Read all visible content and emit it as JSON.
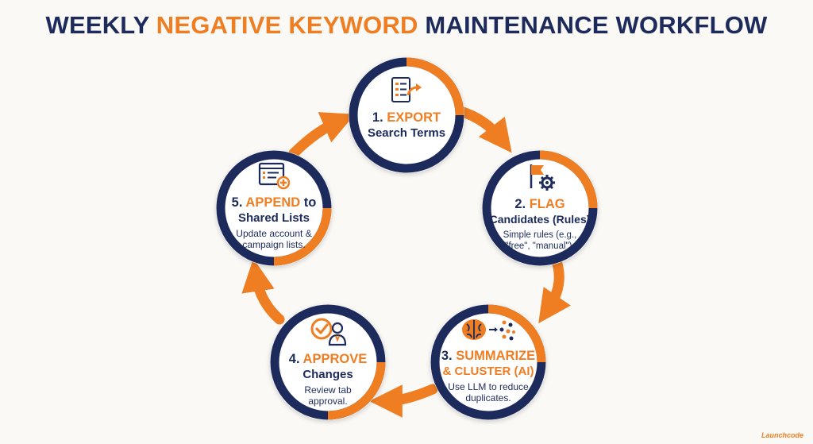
{
  "title": {
    "part1": "WEEKLY ",
    "part2": "NEGATIVE KEYWORD",
    "part3": " MAINTENANCE WORKFLOW"
  },
  "colors": {
    "navy": "#1d2b5c",
    "orange": "#ef7d22",
    "background": "#faf9f6"
  },
  "steps": [
    {
      "num": "1.",
      "keyword": "EXPORT",
      "suffix": "",
      "subtitle": "Search Terms",
      "desc": "",
      "icon": "document-export-icon"
    },
    {
      "num": "2.",
      "keyword": "FLAG",
      "suffix": "",
      "subtitle": "Candidates (Rules)",
      "desc": "Simple rules (e.g., \"free\", \"manual\").",
      "icon": "flag-gear-icon"
    },
    {
      "num": "3.",
      "keyword": "SUMMARIZE",
      "suffix": "",
      "subtitle": "& CLUSTER (AI)",
      "desc": "Use LLM to reduce duplicates.",
      "icon": "brain-cluster-icon"
    },
    {
      "num": "4.",
      "keyword": "APPROVE",
      "suffix": "",
      "subtitle": "Changes",
      "desc": "Review tab approval.",
      "icon": "approve-person-icon"
    },
    {
      "num": "5.",
      "keyword": "APPEND",
      "suffix": " to",
      "subtitle": "Shared Lists",
      "desc": "Update account & campaign lists.",
      "icon": "list-add-icon"
    }
  ],
  "brand": "Launchcode"
}
